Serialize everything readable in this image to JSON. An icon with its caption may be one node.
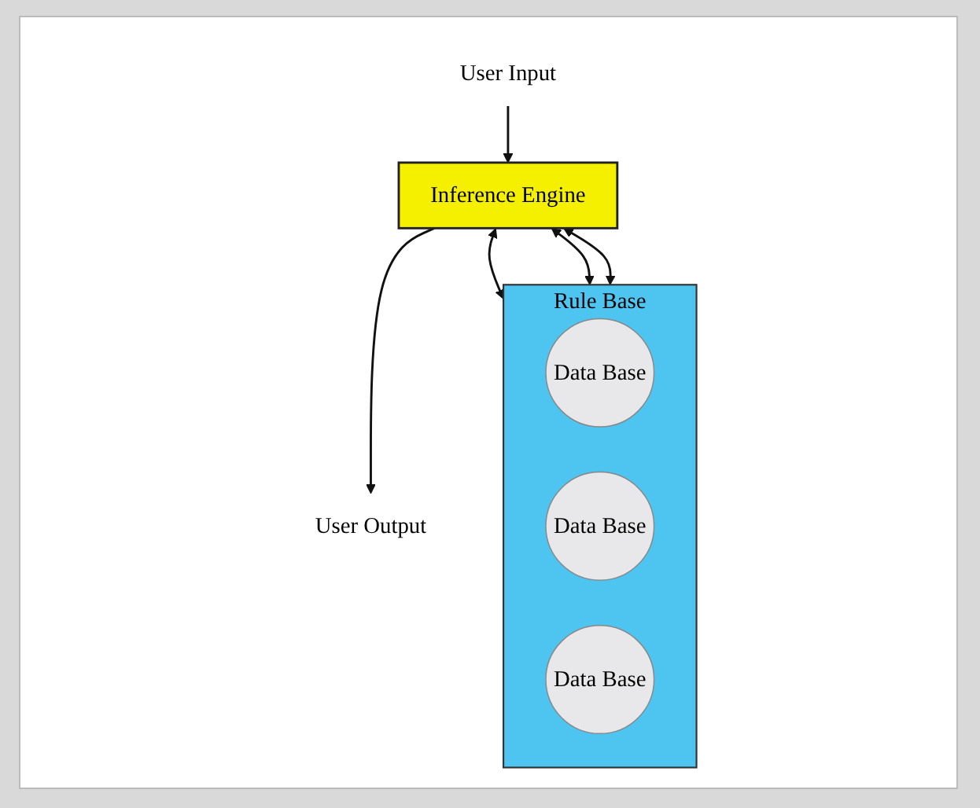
{
  "diagram": {
    "nodes": [
      {
        "text": [
          "User Input"
        ]
      },
      {
        "text": [
          "User Output"
        ]
      },
      {
        "text": [
          "Inference Engine"
        ]
      },
      {
        "text": [
          "Rule Base"
        ]
      },
      {
        "text": [
          "Data Base"
        ],
        "in": 3
      },
      {
        "text": [
          "Data Base"
        ],
        "in": 3
      },
      {
        "text": [
          "Data Base"
        ],
        "in": 3
      }
    ],
    "edges": [
      {
        "from": 0,
        "to": 2,
        "arrow": "to"
      },
      {
        "from": 2,
        "to": 1,
        "arrow": "to"
      },
      {
        "from": 2,
        "to": 3,
        "arrow": "both"
      },
      {
        "from": 2,
        "to": 3,
        "arrow": "both"
      },
      {
        "from": 2,
        "to": 3,
        "arrow": "both"
      }
    ]
  }
}
